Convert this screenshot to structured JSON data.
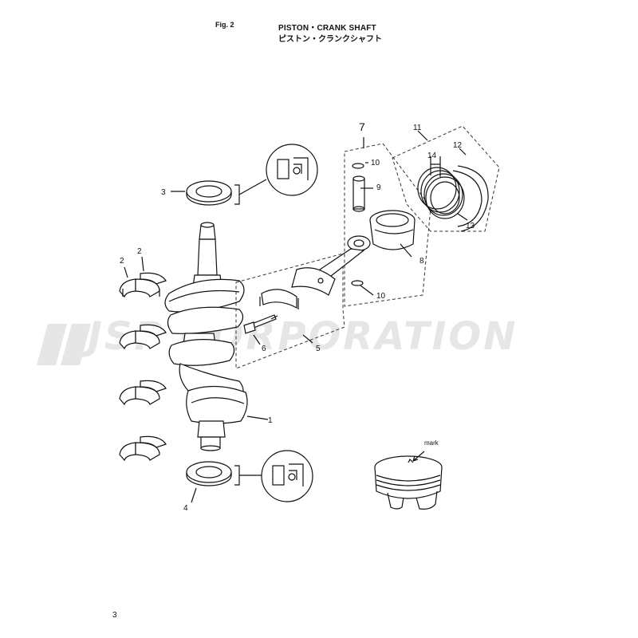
{
  "header": {
    "figure_number": "Fig. 2",
    "title_en": "PISTON・CRANK SHAFT",
    "title_jp": "ピストン・クランクシャフト"
  },
  "watermark": {
    "text": "JSP CORPORATION"
  },
  "page_number": "3",
  "mark_label": "mark",
  "callouts": {
    "c1": "1",
    "c2a": "2",
    "c2b": "2",
    "c3": "3",
    "c4": "4",
    "c5": "5",
    "c6": "6",
    "c7": "7",
    "c8": "8",
    "c9": "9",
    "c10a": "10",
    "c10b": "10",
    "c11": "11",
    "c12": "12",
    "c13": "13",
    "c14": "14"
  },
  "colors": {
    "line": "#111111",
    "watermark": "#e6e6e6",
    "dash": "#333333"
  }
}
